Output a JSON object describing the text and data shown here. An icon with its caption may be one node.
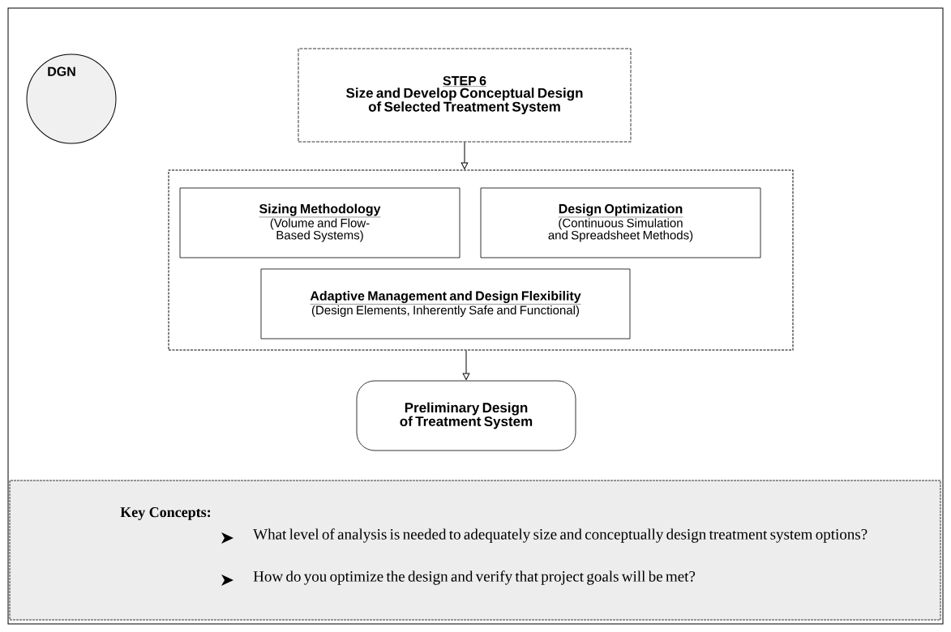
{
  "diagram": {
    "nodes": [
      {
        "text": [
          "DGN"
        ]
      },
      {
        "text": [
          "STEP 6",
          "Size and Develop Conceptual Design of Selected Treatment System"
        ]
      },
      {
        "text": [],
        "shape": "box"
      },
      {
        "text": [
          "Sizing Methodology",
          "(Volume and Flow-Based Systems)"
        ],
        "in": 2
      },
      {
        "text": [
          "Design Optimization",
          "(Continuous Simulation and Spreadsheet Methods)"
        ],
        "in": 2
      },
      {
        "text": [
          "Adaptive Management and Design Flexibility",
          "(Design Elements, Inherently Safe and Functional)"
        ],
        "in": 2
      },
      {
        "text": [
          "Preliminary Design of Treatment System"
        ]
      },
      {
        "text": [
          "Key Concepts:",
          "What level of analysis is needed to adequately size and conceptually design treatment system options?",
          "How do you optimize the design and verify that project goals will be met?"
        ]
      }
    ],
    "edges": [
      {
        "from": 1,
        "to": 2,
        "arrow": "to"
      },
      {
        "from": 2,
        "to": 6,
        "arrow": "to"
      }
    ]
  }
}
